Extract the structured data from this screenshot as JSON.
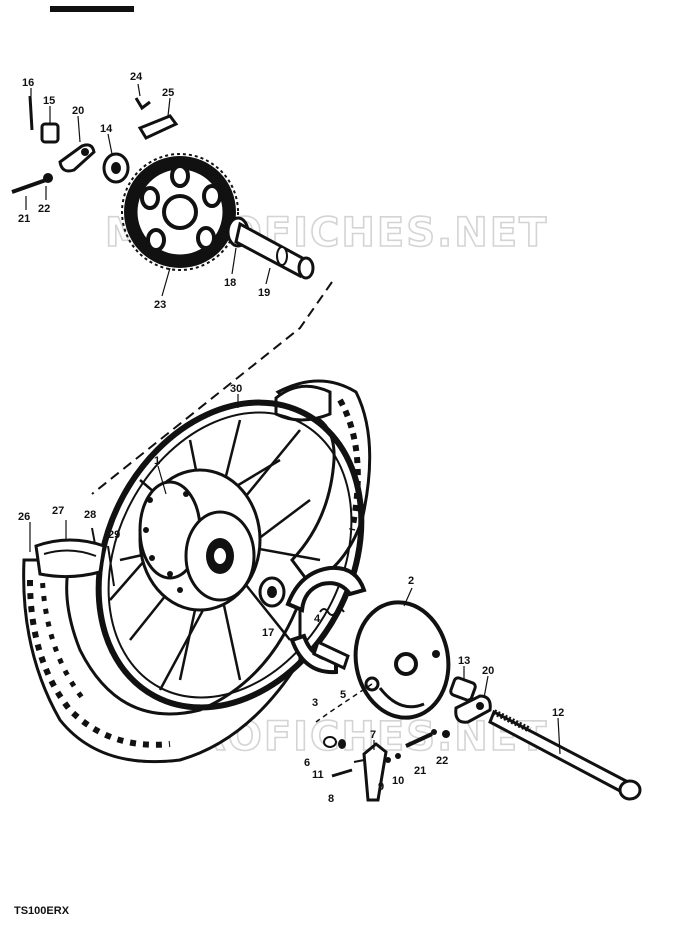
{
  "diagram": {
    "model_code": "TS100ERX",
    "watermark_text": "MICROFICHES.NET",
    "callouts": [
      "1",
      "2",
      "3",
      "4",
      "5",
      "6",
      "7",
      "8",
      "9",
      "10",
      "11",
      "12",
      "13",
      "14",
      "15",
      "16",
      "17",
      "18",
      "19",
      "20",
      "21",
      "22",
      "23",
      "24",
      "25",
      "26",
      "27",
      "28",
      "29",
      "30"
    ],
    "ink_color": "#111111",
    "watermark_color": "#d4d4d4"
  }
}
